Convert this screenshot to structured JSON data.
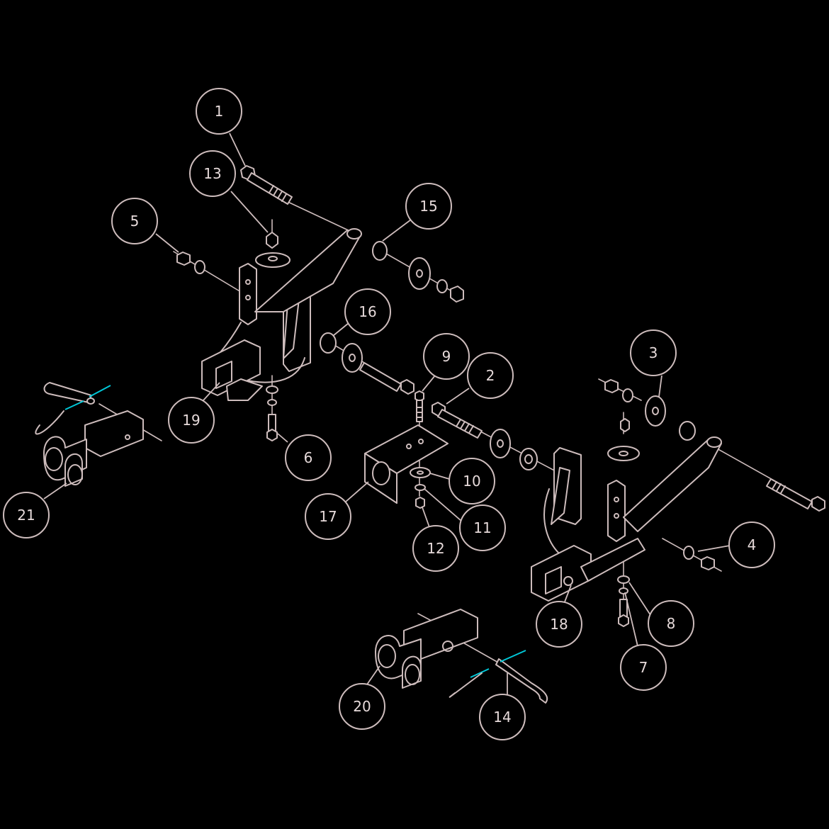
{
  "diagram": {
    "colors": {
      "background": "#000000",
      "line": "#cdbcbc",
      "label_text": "#e6dada",
      "pin_accent": "#00c8d8"
    },
    "callouts": [
      {
        "id": "1",
        "label": "1"
      },
      {
        "id": "2",
        "label": "2"
      },
      {
        "id": "3",
        "label": "3"
      },
      {
        "id": "4",
        "label": "4"
      },
      {
        "id": "5",
        "label": "5"
      },
      {
        "id": "6",
        "label": "6"
      },
      {
        "id": "7",
        "label": "7"
      },
      {
        "id": "8",
        "label": "8"
      },
      {
        "id": "9",
        "label": "9"
      },
      {
        "id": "10",
        "label": "10"
      },
      {
        "id": "11",
        "label": "11"
      },
      {
        "id": "12",
        "label": "12"
      },
      {
        "id": "13",
        "label": "13"
      },
      {
        "id": "14",
        "label": "14"
      },
      {
        "id": "15",
        "label": "15"
      },
      {
        "id": "16",
        "label": "16"
      },
      {
        "id": "17",
        "label": "17"
      },
      {
        "id": "18",
        "label": "18"
      },
      {
        "id": "19",
        "label": "19"
      },
      {
        "id": "20",
        "label": "20"
      },
      {
        "id": "21",
        "label": "21"
      }
    ]
  }
}
